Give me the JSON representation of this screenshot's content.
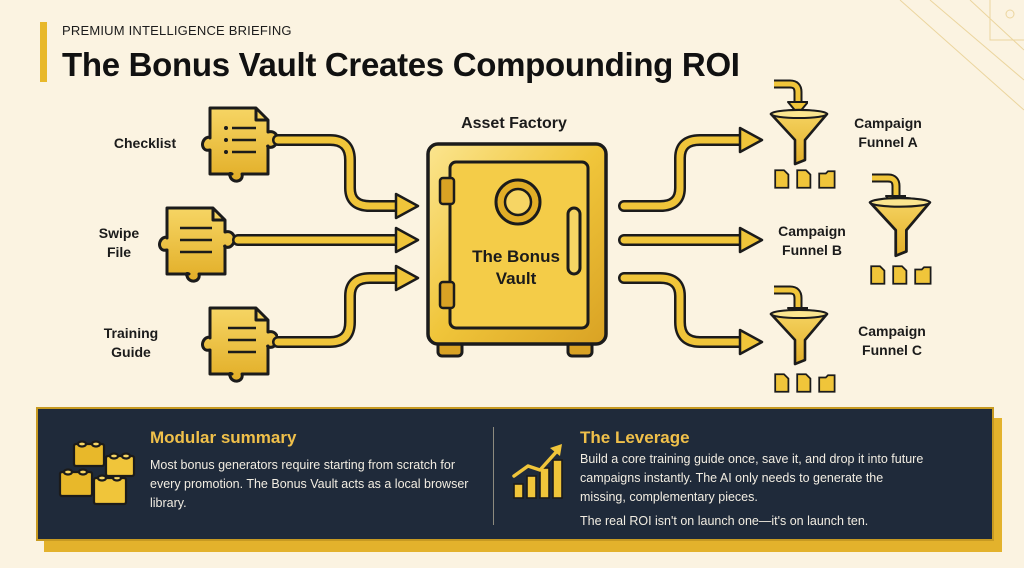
{
  "header": {
    "kicker": "PREMIUM INTELLIGENCE BRIEFING",
    "title": "The Bonus Vault Creates Compounding ROI"
  },
  "inputs": [
    {
      "line1": "Checklist",
      "line2": ""
    },
    {
      "line1": "Swipe",
      "line2": "File"
    },
    {
      "line1": "Training",
      "line2": "Guide"
    }
  ],
  "factory": {
    "label": "Asset Factory",
    "vault_line1": "The Bonus",
    "vault_line2": "Vault"
  },
  "outputs": [
    {
      "line1": "Campaign",
      "line2": "Funnel A"
    },
    {
      "line1": "Campaign",
      "line2": "Funnel B"
    },
    {
      "line1": "Campaign",
      "line2": "Funnel C"
    }
  ],
  "panel": {
    "left": {
      "title": "Modular summary",
      "text": "Most bonus generators require starting from scratch for every promotion. The Bonus Vault acts as a local browser library."
    },
    "right": {
      "title": "The Leverage",
      "text": "Build a core training guide once, save it, and drop it into future campaigns instantly. The AI only needs to generate the missing, complementary pieces.",
      "text2": "The real ROI isn't on launch one—it's on launch ten."
    }
  },
  "colors": {
    "gold": "#f0c53a",
    "gold_dark": "#c89a1e",
    "navy": "#1f2a3a",
    "cream": "#fbf3e1"
  },
  "icons": [
    "puzzle-doc-icon",
    "vault-icon",
    "funnel-icon",
    "mini-docs-icon",
    "blocks-icon",
    "bar-growth-icon"
  ]
}
